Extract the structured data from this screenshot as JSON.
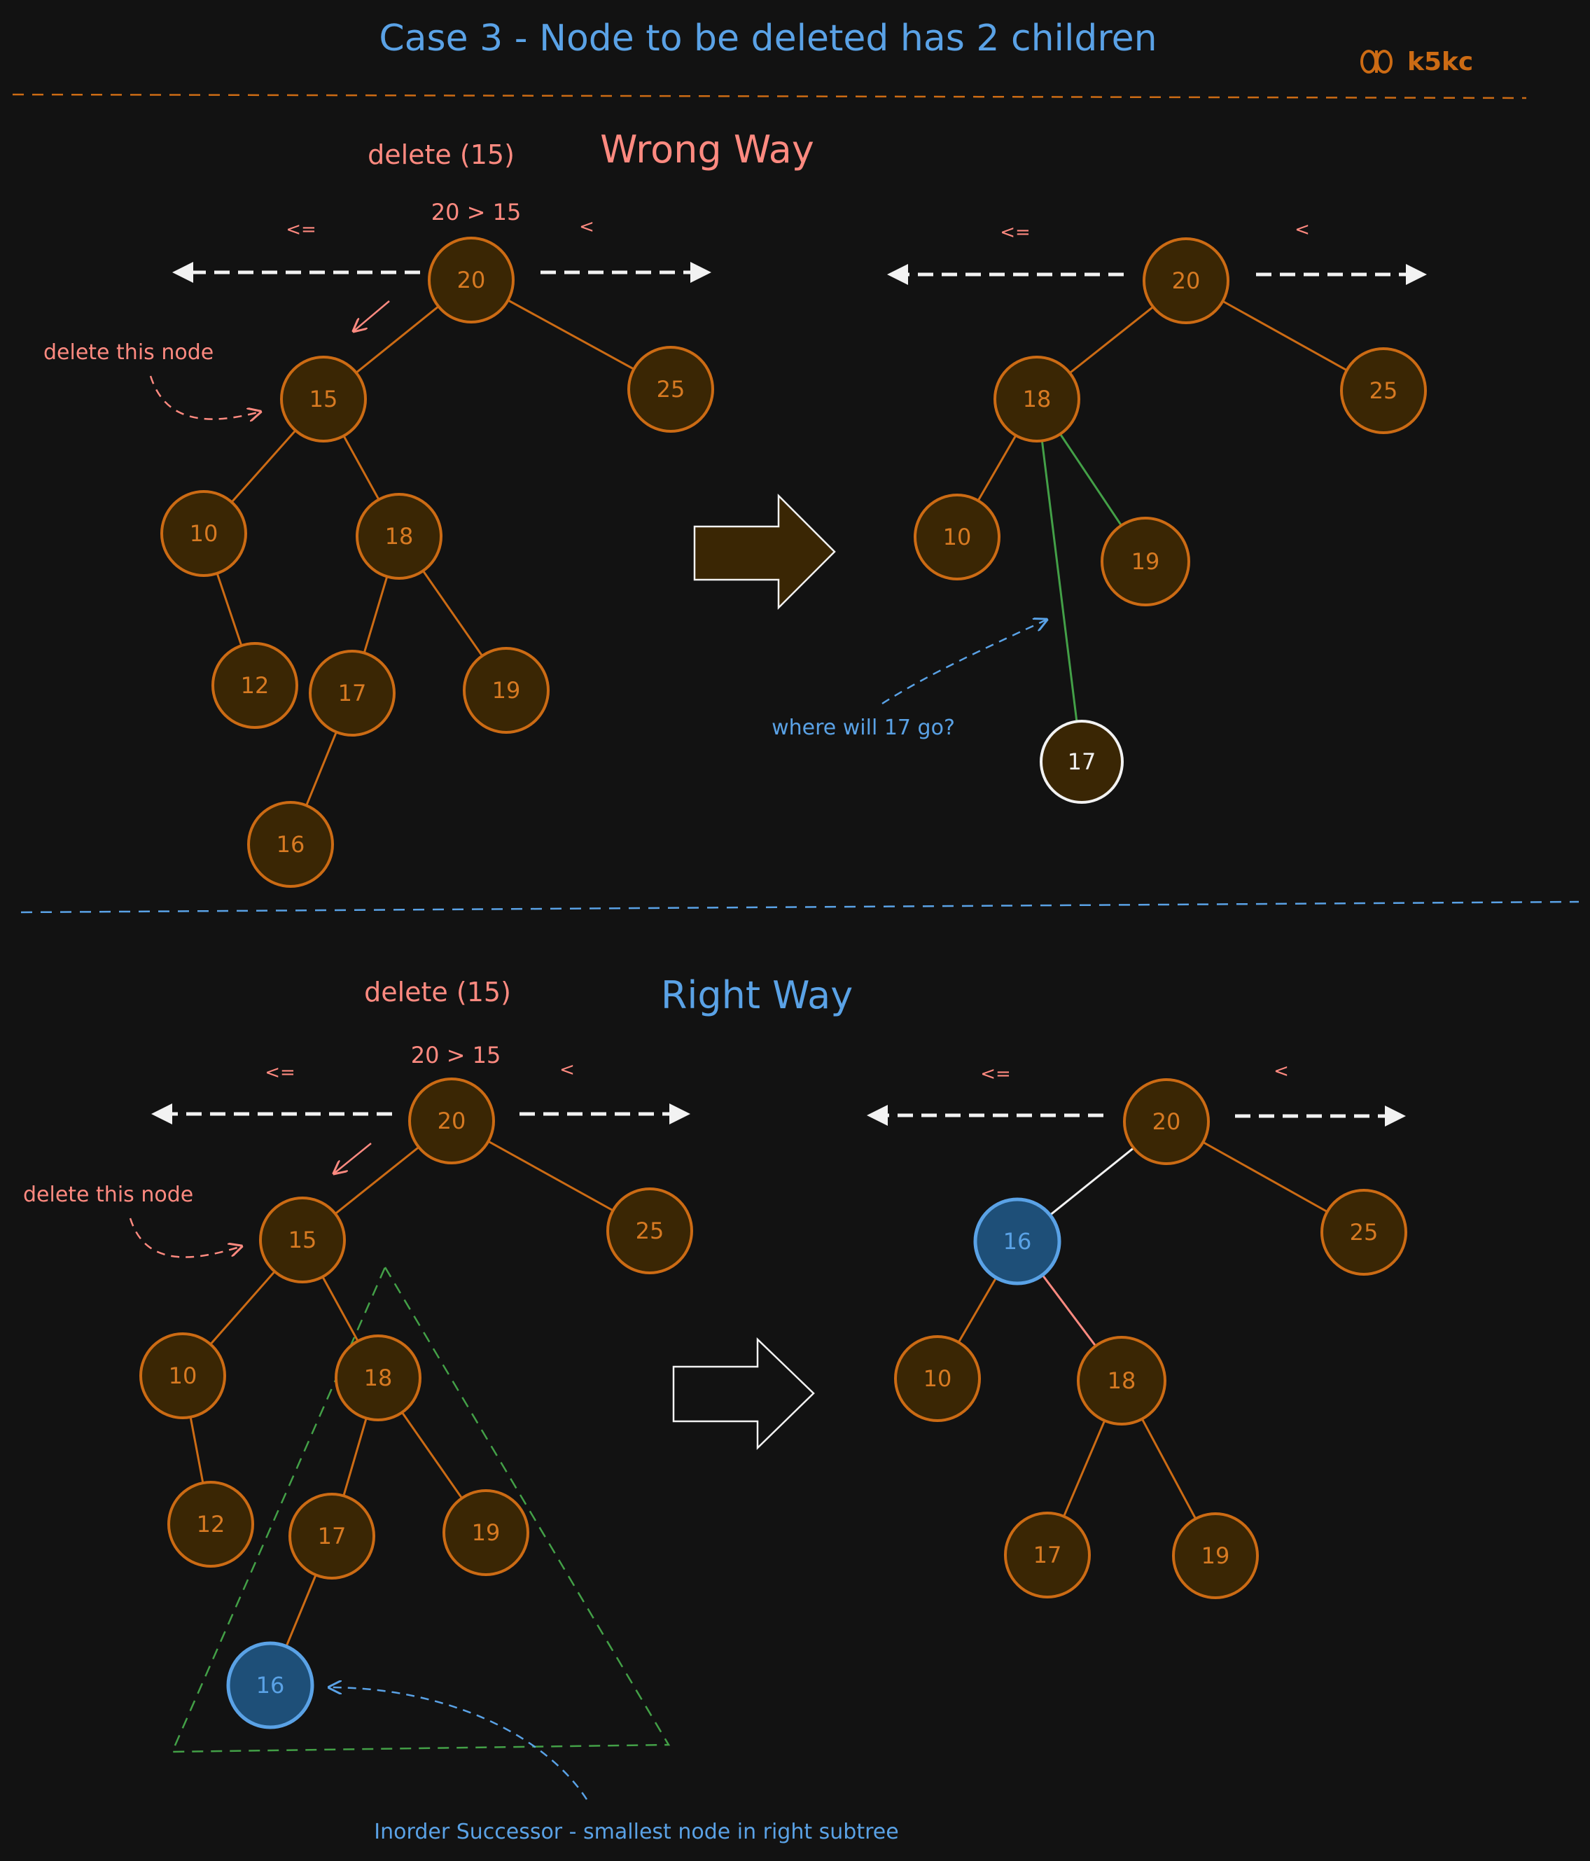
{
  "title": "Case 3 - Node to be deleted has 2 children",
  "logo_text": "k5kc",
  "colors": {
    "background": "#121212",
    "title_blue": "#5aa2e6",
    "salmon": "#ff8a80",
    "orange": "#cc6b14",
    "node_fill": "#3a2604",
    "node_text": "#d77a22",
    "green": "#43a047",
    "blue_fill": "#1e4f78",
    "blue_stroke": "#5aa2e6",
    "white": "#f2f2f2"
  },
  "wrong": {
    "heading": "Wrong Way",
    "delete_label": "delete (15)",
    "compare_label": "20 > 15",
    "left_op": "<=",
    "right_op": "<",
    "delete_note": "delete this node",
    "question": "where will 17 go?",
    "before_nodes": {
      "root": "20",
      "n15": "15",
      "n25": "25",
      "n10": "10",
      "n18": "18",
      "n12": "12",
      "n17": "17",
      "n19": "19",
      "n16": "16"
    },
    "after_left_op": "<=",
    "after_right_op": "<",
    "after_nodes": {
      "root": "20",
      "n18": "18",
      "n25": "25",
      "n10": "10",
      "n19": "19",
      "n17": "17"
    }
  },
  "right": {
    "heading": "Right Way",
    "delete_label": "delete (15)",
    "compare_label": "20 > 15",
    "left_op": "<=",
    "right_op": "<",
    "delete_note": "delete this node",
    "successor_note": "Inorder Successor - smallest node in right subtree",
    "before_nodes": {
      "root": "20",
      "n15": "15",
      "n25": "25",
      "n10": "10",
      "n18": "18",
      "n12": "12",
      "n17": "17",
      "n19": "19",
      "n16": "16"
    },
    "after_left_op": "<=",
    "after_right_op": "<",
    "after_nodes": {
      "root": "20",
      "n16": "16",
      "n25": "25",
      "n10": "10",
      "n18": "18",
      "n17": "17",
      "n19": "19"
    }
  }
}
